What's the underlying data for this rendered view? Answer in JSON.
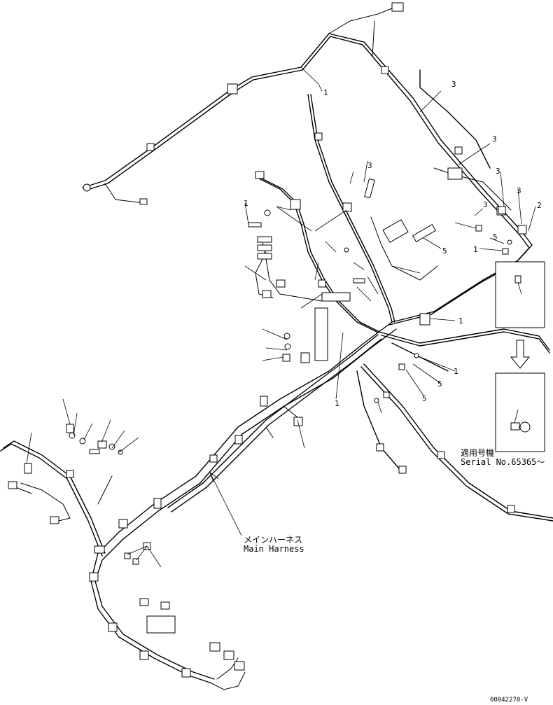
{
  "harness_label": {
    "ja": "メインハーネス",
    "en": "Main Harness"
  },
  "serial_note": {
    "ja": "適用号機",
    "en": "Serial No.65365～"
  },
  "drawing_code": "00042270-V",
  "callouts": {
    "c1": "1",
    "c2": "2",
    "c3": "3",
    "c4": "3",
    "c5": "3",
    "c6": "3",
    "c7": "3",
    "c8": "3",
    "c9": "5",
    "c10": "5",
    "c11": "1",
    "c12": "1",
    "c13": "1",
    "c14": "5",
    "c15": "1",
    "c16": "5",
    "c17": "1"
  }
}
